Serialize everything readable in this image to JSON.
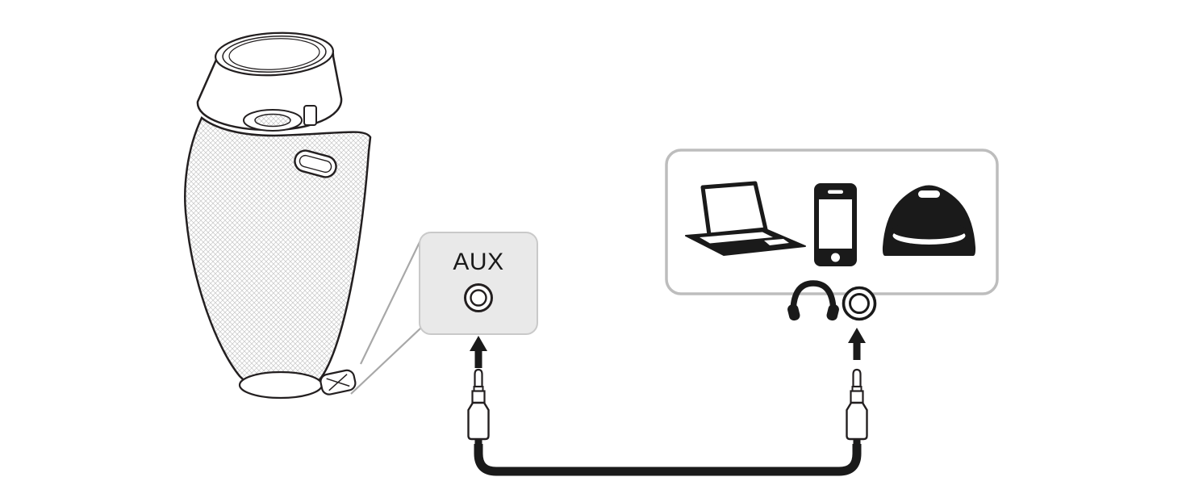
{
  "diagram": {
    "type": "aux-connection-diagram",
    "speaker": {
      "name": "portable-speaker-illustration"
    },
    "aux_callout": {
      "label": "AUX",
      "jack_icon": "aux-input-jack-icon"
    },
    "devices_panel": {
      "icons": [
        {
          "name": "laptop-icon"
        },
        {
          "name": "smartphone-icon"
        },
        {
          "name": "speaker-device-icon"
        }
      ]
    },
    "output_jack": {
      "headphones_icon": "headphones-icon",
      "jack_icon": "headphone-jack-icon"
    },
    "cable": {
      "name": "aux-audio-cable",
      "left_plug": "aux-plug-left",
      "right_plug": "aux-plug-right"
    },
    "arrows": [
      {
        "name": "up-arrow-left"
      },
      {
        "name": "up-arrow-right"
      }
    ]
  },
  "colors": {
    "outline": "#231f20",
    "icon_black": "#1a1a1a",
    "panel_border": "#bdbdbd",
    "callout_fill": "#e9e9e9",
    "callout_border": "#c9c9c9",
    "connector_line": "#a8a8a8",
    "mesh_line": "#c6c6c6",
    "background": "#ffffff"
  }
}
